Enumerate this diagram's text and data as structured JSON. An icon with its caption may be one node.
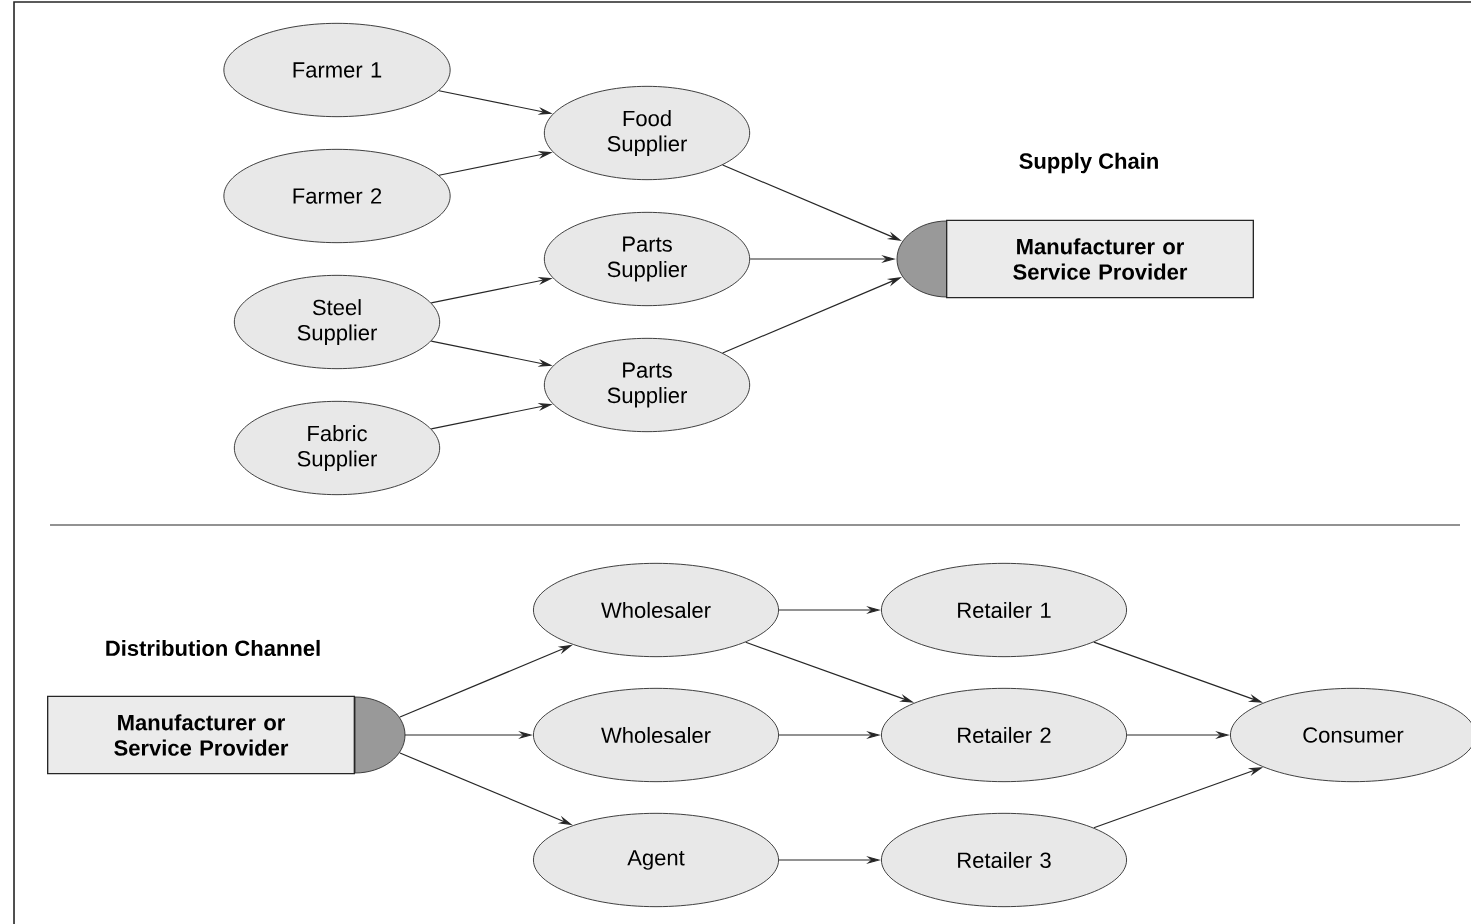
{
  "diagram": {
    "nodes": [
      {
        "text": [
          "Farmer 1"
        ]
      },
      {
        "text": [
          "Farmer 2"
        ]
      },
      {
        "text": [
          "Steel Supplier"
        ]
      },
      {
        "text": [
          "Fabric Supplier"
        ]
      },
      {
        "text": [
          "Food Supplier"
        ]
      },
      {
        "text": [
          "Parts Supplier"
        ]
      },
      {
        "text": [
          "Parts Supplier"
        ]
      },
      {
        "text": [
          "Manufacturer or Service Provider"
        ]
      },
      {
        "text": [
          "Manufacturer or Service Provider"
        ]
      },
      {
        "text": [
          "Wholesaler"
        ]
      },
      {
        "text": [
          "Wholesaler"
        ]
      },
      {
        "text": [
          "Agent"
        ]
      },
      {
        "text": [
          "Retailer 1"
        ]
      },
      {
        "text": [
          "Retailer 2"
        ]
      },
      {
        "text": [
          "Retailer 3"
        ]
      },
      {
        "text": [
          "Consumer"
        ]
      }
    ],
    "edges": [
      {
        "from": 0,
        "to": 4,
        "arrow": "to"
      },
      {
        "from": 1,
        "to": 4,
        "arrow": "to"
      },
      {
        "from": 2,
        "to": 5,
        "arrow": "to"
      },
      {
        "from": 2,
        "to": 6,
        "arrow": "to"
      },
      {
        "from": 3,
        "to": 6,
        "arrow": "to"
      },
      {
        "from": 4,
        "to": 7,
        "arrow": "to"
      },
      {
        "from": 5,
        "to": 7,
        "arrow": "to"
      },
      {
        "from": 6,
        "to": 7,
        "arrow": "to"
      },
      {
        "from": 8,
        "to": 9,
        "arrow": "to"
      },
      {
        "from": 8,
        "to": 10,
        "arrow": "to"
      },
      {
        "from": 8,
        "to": 11,
        "arrow": "to"
      },
      {
        "from": 9,
        "to": 12,
        "arrow": "to"
      },
      {
        "from": 9,
        "to": 13,
        "arrow": "to"
      },
      {
        "from": 10,
        "to": 13,
        "arrow": "to"
      },
      {
        "from": 11,
        "to": 14,
        "arrow": "to"
      },
      {
        "from": 12,
        "to": 15,
        "arrow": "to"
      },
      {
        "from": 13,
        "to": 15,
        "arrow": "to"
      },
      {
        "from": 14,
        "to": 15,
        "arrow": "to"
      }
    ],
    "labels": [
      "Supply Chain",
      "Distribution Channel"
    ]
  }
}
